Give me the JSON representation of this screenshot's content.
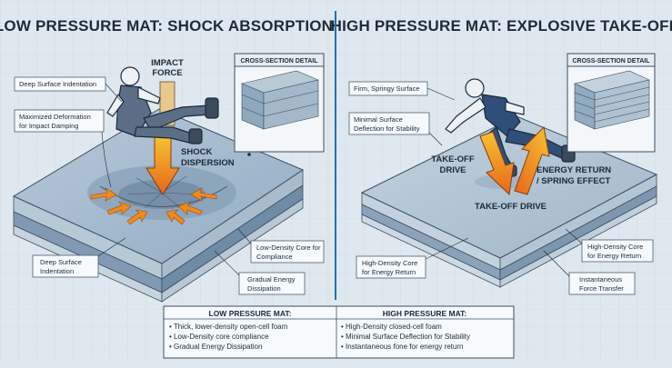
{
  "left_panel": {
    "title": "LOW PRESSURE MAT: SHOCK ABSORPTION",
    "cross_section": "CROSS-SECTION DETAIL",
    "impact": [
      "IMPACT",
      "FORCE"
    ],
    "shock": [
      "SHOCK",
      "DISPERSION"
    ],
    "labels": {
      "deep_surface_top": [
        "Deep Surface Indentation"
      ],
      "maximized": [
        "Maximized Deformation",
        "for Impact Damping"
      ],
      "deep_surface_bottom": [
        "Deep Surface",
        "Indentation"
      ],
      "low_density": [
        "Low-Density Core for",
        "Compliance"
      ],
      "gradual": [
        "Gradual Energy",
        "Dissipation"
      ]
    }
  },
  "right_panel": {
    "title": "HIGH PRESSURE MAT: EXPLOSIVE TAKE-OFF",
    "cross_section": "CROSS-SECTION DETAIL",
    "takeoff_drive_1": [
      "TAKE-OFF",
      "DRIVE"
    ],
    "takeoff_drive_2": [
      "TAKE-OFF DRIVE"
    ],
    "energy_return": [
      "ENERGY RETURN",
      "/ SPRING EFFECT"
    ],
    "labels": {
      "firm": [
        "Firm, Springy Surface"
      ],
      "minimal": [
        "Minimal Surface",
        "Deflection for Stability"
      ],
      "high_density_left": [
        "High-Density Core",
        "for Energy Return"
      ],
      "high_density_right": [
        "High-Density Core",
        "for Energy Return"
      ],
      "instantaneous": [
        "Instantaneous",
        "Force Transfer"
      ]
    }
  },
  "summary_table": {
    "low": {
      "header": "LOW PRESSURE MAT:",
      "items": [
        "• Thick, lower-density open-cell foam",
        "• Low-Density core compliance",
        "• Gradual Energy Dissipation"
      ]
    },
    "high": {
      "header": "HIGH PRESSURE MAT:",
      "items": [
        "• High-Density closed-cell foam",
        "• Minimal Surface Deflection for Stability",
        "• Instantaneous fone for energy return"
      ]
    }
  },
  "colors": {
    "background": "#dfe8ee",
    "divider": "#1f6fb2",
    "arrow_orange": "#f08a1c",
    "arrow_yellow": "#f6c232",
    "ink": "#1c2a3a"
  }
}
